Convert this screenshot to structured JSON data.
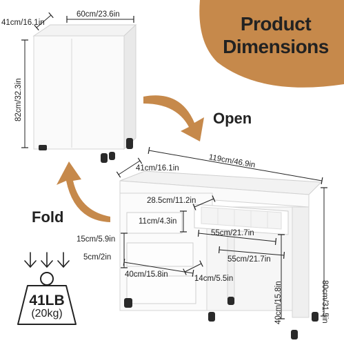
{
  "title": {
    "line1": "Product",
    "line2": "Dimensions"
  },
  "labels": {
    "open": "Open",
    "fold": "Fold"
  },
  "closed": {
    "depth": "41cm/16.1in",
    "width": "60cm/23.6in",
    "height": "82cm/32.3in"
  },
  "open_state": {
    "depth": "41cm/16.1in",
    "width": "119cm/46.9in",
    "height": "80cm/31.5in",
    "top_drawer_depth": "28.5cm/11.2in",
    "top_drawer_height": "11cm/4.3in",
    "top_drawer_width": "55cm/21.7in",
    "lower_width": "55cm/21.7in",
    "small_drawer_height": "15cm/5.9in",
    "small_drawer_gap": "5cm/2in",
    "small_drawer_width": "40cm/15.8in",
    "small_drawer_depth": "14cm/5.5in",
    "leg_height": "40cm/15.8in"
  },
  "weight": {
    "value": "41LB",
    "metric": "(20kg)"
  },
  "colors": {
    "accent": "#C6894B",
    "furniture": "#ffffff",
    "line": "#222222"
  },
  "icons": [
    "down-arrow-icon",
    "weight-icon",
    "open-arrow",
    "fold-arrow"
  ]
}
